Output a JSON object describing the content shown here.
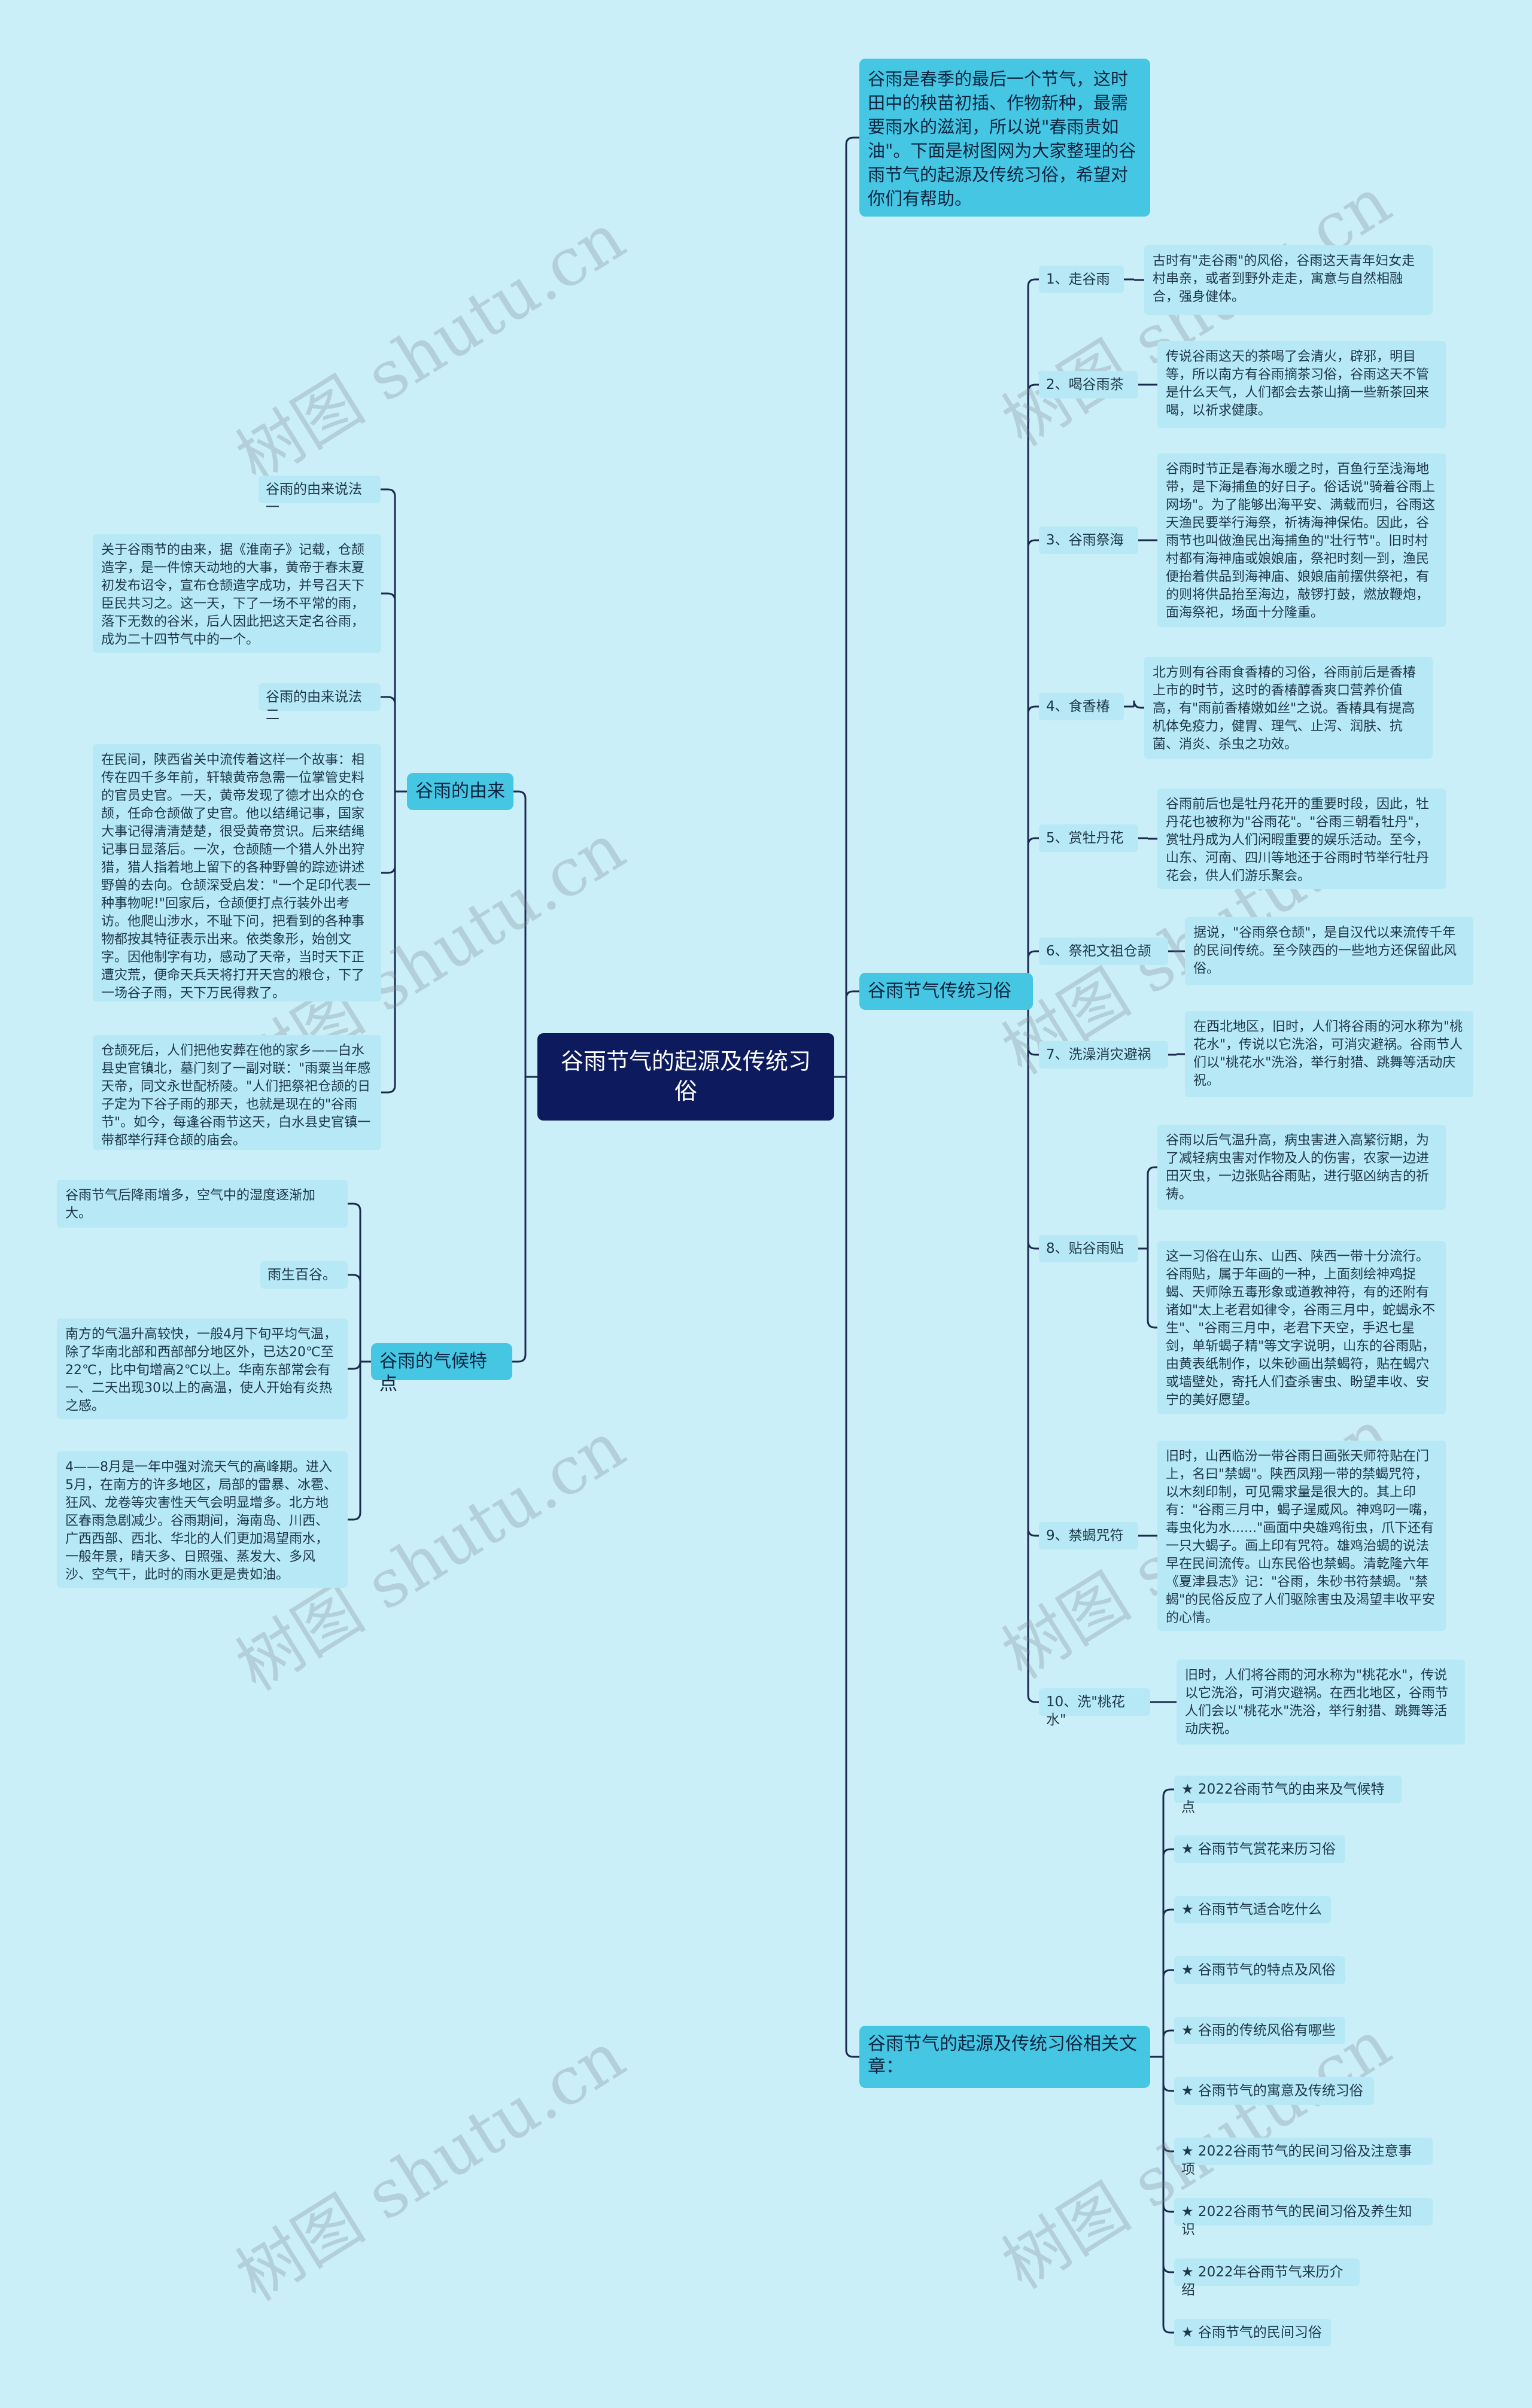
{
  "root": "谷雨节气的起源及传统习俗",
  "intro": "谷雨是春季的最后一个节气，这时田中的秧苗初插、作物新种，最需要雨水的滋润，所以说\"春雨贵如油\"。下面是树图网为大家整理的谷雨节气的起源及传统习俗，希望对你们有帮助。",
  "origin": {
    "title": "谷雨的由来",
    "items": [
      "谷雨的由来说法一",
      "关于谷雨节的由来，据《淮南子》记载，仓颉造字，是一件惊天动地的大事，黄帝于春末夏初发布诏令，宣布仓颉造字成功，并号召天下臣民共习之。这一天，下了一场不平常的雨，落下无数的谷米，后人因此把这天定名谷雨，成为二十四节气中的一个。",
      "谷雨的由来说法二",
      "在民间，陕西省关中流传着这样一个故事：相传在四千多年前，轩辕黄帝急需一位掌管史料的官员史官。一天，黄帝发现了德才出众的仓颉，任命仓颉做了史官。他以结绳记事，国家大事记得清清楚楚，很受黄帝赏识。后来结绳记事日显落后。一次，仓颉随一个猎人外出狩猎，猎人指着地上留下的各种野兽的踪迹讲述野兽的去向。仓颉深受启发：\"一个足印代表一种事物呢!\"回家后，仓颉便打点行装外出考访。他爬山涉水，不耻下问，把看到的各种事物都按其特征表示出来。依类象形，始创文字。因他制字有功，感动了天帝，当时天下正遭灾荒，便命天兵天将打开天宫的粮仓，下了一场谷子雨，天下万民得救了。",
      "仓颉死后，人们把他安葬在他的家乡——白水县史官镇北，墓门刻了一副对联：\"雨粟当年感天帝，同文永世配桥陵。\"人们把祭祀仓颉的日子定为下谷子雨的那天，也就是现在的\"谷雨节\"。如今，每逢谷雨节这天，白水县史官镇一带都举行拜仓颉的庙会。"
    ]
  },
  "climate": {
    "title": "谷雨的气候特点",
    "items": [
      "谷雨节气后降雨增多，空气中的湿度逐渐加大。",
      "雨生百谷。",
      "南方的气温升高较快，一般4月下旬平均气温，除了华南北部和西部部分地区外，已达20℃至22℃，比中旬增高2℃以上。华南东部常会有一、二天出现30以上的高温，使人开始有炎热之感。",
      "4——8月是一年中强对流天气的高峰期。进入5月，在南方的许多地区，局部的雷暴、冰雹、狂风、龙卷等灾害性天气会明显增多。北方地区春雨急剧减少。谷雨期间，海南岛、川西、广西西部、西北、华北的人们更加渴望雨水，一般年景，晴天多、日照强、蒸发大、多风沙、空气干，此时的雨水更是贵如油。"
    ]
  },
  "customs": {
    "title": "谷雨节气传统习俗",
    "items": [
      {
        "label": "1、走谷雨",
        "texts": [
          "古时有\"走谷雨\"的风俗，谷雨这天青年妇女走村串亲，或者到野外走走，寓意与自然相融合，强身健体。"
        ]
      },
      {
        "label": "2、喝谷雨茶",
        "texts": [
          "传说谷雨这天的茶喝了会清火，辟邪，明目等，所以南方有谷雨摘茶习俗，谷雨这天不管是什么天气，人们都会去茶山摘一些新茶回来喝，以祈求健康。"
        ]
      },
      {
        "label": "3、谷雨祭海",
        "texts": [
          "谷雨时节正是春海水暖之时，百鱼行至浅海地带，是下海捕鱼的好日子。俗话说\"骑着谷雨上网场\"。为了能够出海平安、满载而归，谷雨这天渔民要举行海祭，祈祷海神保佑。因此，谷雨节也叫做渔民出海捕鱼的\"壮行节\"。旧时村村都有海神庙或娘娘庙，祭祀时刻一到，渔民便抬着供品到海神庙、娘娘庙前摆供祭祀，有的则将供品抬至海边，敲锣打鼓，燃放鞭炮，面海祭祀，场面十分隆重。"
        ]
      },
      {
        "label": "4、食香椿",
        "texts": [
          "北方则有谷雨食香椿的习俗，谷雨前后是香椿上市的时节，这时的香椿醇香爽口营养价值高，有\"雨前香椿嫩如丝\"之说。香椿具有提高机体免疫力，健胃、理气、止泻、润肤、抗菌、消炎、杀虫之功效。"
        ]
      },
      {
        "label": "5、赏牡丹花",
        "texts": [
          "谷雨前后也是牡丹花开的重要时段，因此，牡丹花也被称为\"谷雨花\"。\"谷雨三朝看牡丹\"，赏牡丹成为人们闲暇重要的娱乐活动。至今，山东、河南、四川等地还于谷雨时节举行牡丹花会，供人们游乐聚会。"
        ]
      },
      {
        "label": "6、祭祀文祖仓颉",
        "texts": [
          "据说，\"谷雨祭仓颉\"，是自汉代以来流传千年的民间传统。至今陕西的一些地方还保留此风俗。"
        ]
      },
      {
        "label": "7、洗澡消灾避祸",
        "texts": [
          "在西北地区，旧时，人们将谷雨的河水称为\"桃花水\"，传说以它洗浴，可消灾避祸。谷雨节人们以\"桃花水\"洗浴，举行射猎、跳舞等活动庆祝。"
        ]
      },
      {
        "label": "8、贴谷雨贴",
        "texts": [
          "谷雨以后气温升高，病虫害进入高繁衍期，为了减轻病虫害对作物及人的伤害，农家一边进田灭虫，一边张贴谷雨贴，进行驱凶纳吉的祈祷。",
          "这一习俗在山东、山西、陕西一带十分流行。谷雨贴，属于年画的一种，上面刻绘神鸡捉蝎、天师除五毒形象或道教神符，有的还附有诸如\"太上老君如律令，谷雨三月中，蛇蝎永不生\"、\"谷雨三月中，老君下天空，手迟七星剑，单斩蝎子精\"等文字说明，山东的谷雨贴，由黄表纸制作，以朱砂画出禁蝎符，贴在蝎穴或墙壁处，寄托人们查杀害虫、盼望丰收、安宁的美好愿望。"
        ]
      },
      {
        "label": "9、禁蝎咒符",
        "texts": [
          "旧时，山西临汾一带谷雨日画张天师符贴在门上，名曰\"禁蝎\"。陕西凤翔一带的禁蝎咒符，以木刻印制，可见需求量是很大的。其上印有：\"谷雨三月中，蝎子逞威风。神鸡叼一嘴，毒虫化为水......\"画面中央雄鸡衔虫，爪下还有一只大蝎子。画上印有咒符。雄鸡治蝎的说法早在民间流传。山东民俗也禁蝎。清乾隆六年《夏津县志》记：\"谷雨，朱砂书符禁蝎。\"禁蝎\"的民俗反应了人们驱除害虫及渴望丰收平安的心情。"
        ]
      },
      {
        "label": "10、洗\"桃花水\"",
        "texts": [
          "旧时，人们将谷雨的河水称为\"桃花水\"，传说以它洗浴，可消灾避祸。在西北地区，谷雨节人们会以\"桃花水\"洗浴，举行射猎、跳舞等活动庆祝。"
        ]
      }
    ]
  },
  "related": {
    "title": "谷雨节气的起源及传统习俗相关文章：",
    "items": [
      "★ 2022谷雨节气的由来及气候特点",
      "★ 谷雨节气赏花来历习俗",
      "★ 谷雨节气适合吃什么",
      "★ 谷雨节气的特点及风俗",
      "★ 谷雨的传统风俗有哪些",
      "★ 谷雨节气的寓意及传统习俗",
      "★ 2022谷雨节气的民间习俗及注意事项",
      "★ 2022谷雨节气的民间习俗及养生知识",
      "★ 2022年谷雨节气来历介绍",
      "★ 谷雨节气的民间习俗"
    ]
  },
  "watermark": "树图 shutu.cn",
  "colors": {
    "background": "#cbeff9",
    "root": "#0d1b5e",
    "main": "#45c7e4",
    "leaf": "#b6e8f5",
    "line": "#1b2a4e"
  }
}
